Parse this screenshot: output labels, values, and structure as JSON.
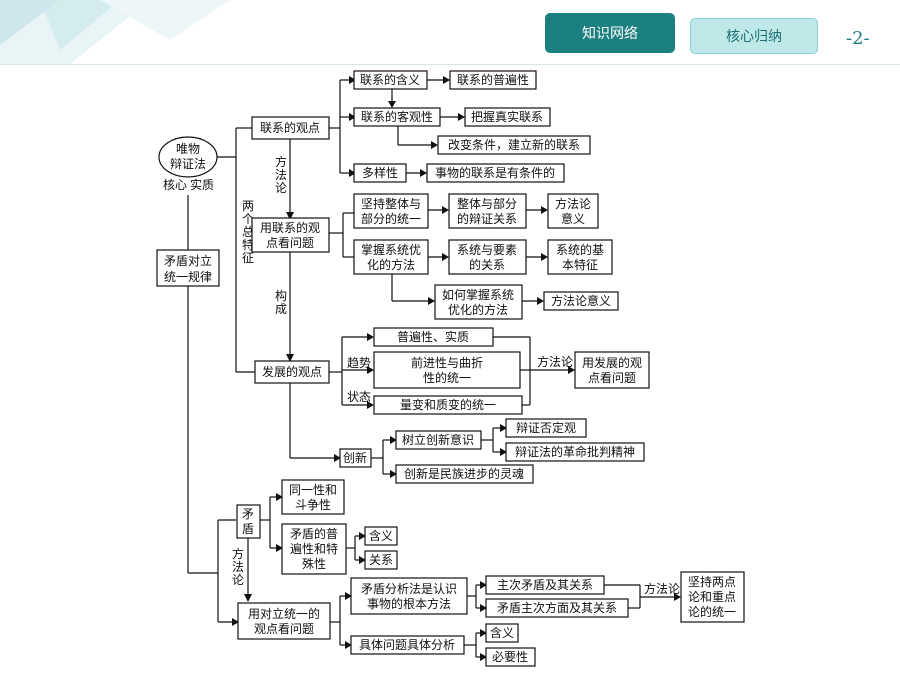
{
  "header": {
    "tabs": [
      {
        "label": "知识网络",
        "active": true
      },
      {
        "label": "核心归纳",
        "active": false
      }
    ],
    "page_number": "-2-",
    "accent_color": "#1c7f80",
    "inactive_tab_color": "#bfe9e9"
  },
  "nodes": {
    "root": [
      "唯物",
      "辩证法"
    ],
    "root_sub": [
      "核心",
      "实质"
    ],
    "law": [
      "矛盾对立",
      "统一规律"
    ],
    "two_features": [
      "两",
      "个",
      "总",
      "特",
      "征"
    ],
    "conn_view": "联系的观点",
    "method_label_1": [
      "方",
      "法",
      "论"
    ],
    "compose": [
      "构",
      "成"
    ],
    "conn_meaning": "联系的含义",
    "conn_universal": "联系的普遍性",
    "conn_objective": "联系的客观性",
    "grasp_real": "把握真实联系",
    "change_cond": "改变条件，建立新的联系",
    "diversity": "多样性",
    "conditional": "事物的联系是有条件的",
    "use_conn": [
      "用联系的观",
      "点看问题"
    ],
    "whole_part": [
      "坚持整体与",
      "部分的统一"
    ],
    "whole_part_rel": [
      "整体与部分",
      "的辩证关系"
    ],
    "method_sig1": [
      "方法论",
      "意义"
    ],
    "sys_opt": [
      "掌握系统优",
      "化的方法"
    ],
    "sys_elem": [
      "系统与要素",
      "的关系"
    ],
    "sys_feat": [
      "系统的基",
      "本特征"
    ],
    "how_sys": [
      "如何掌握系统",
      "优化的方法"
    ],
    "method_sig2": "方法论意义",
    "dev_view": "发展的观点",
    "trend": "趋势",
    "state": "状态",
    "universal_essence": "普遍性、实质",
    "progress_twist": [
      "前进性与曲折",
      "性的统一"
    ],
    "quant_qual": "量变和质变的统一",
    "methodology": "方法论",
    "use_dev": [
      "用发展的观",
      "点看问题"
    ],
    "innovation": "创新",
    "innov_aware": "树立创新意识",
    "dial_negation": "辩证否定观",
    "dial_spirit": "辩证法的革命批判精神",
    "innov_soul": "创新是民族进步的灵魂",
    "contradiction": [
      "矛",
      "盾"
    ],
    "identity_struggle": [
      "同一性和",
      "斗争性"
    ],
    "univ_special": [
      "矛盾的普",
      "遍性和特",
      "殊性"
    ],
    "meaning": "含义",
    "relation": "关系",
    "method_label_2": [
      "方",
      "法",
      "论"
    ],
    "use_unity": [
      "用对立统一的",
      "观点看问题"
    ],
    "contra_analysis": [
      "矛盾分析法是认识",
      "事物的根本方法"
    ],
    "main_contra": "主次矛盾及其关系",
    "main_aspect": "矛盾主次方面及其关系",
    "methodology2": "方法论",
    "two_points": [
      "坚持两点",
      "论和重点",
      "论的统一"
    ],
    "concrete": "具体问题具体分析",
    "meaning2": "含义",
    "necessity": "必要性"
  }
}
